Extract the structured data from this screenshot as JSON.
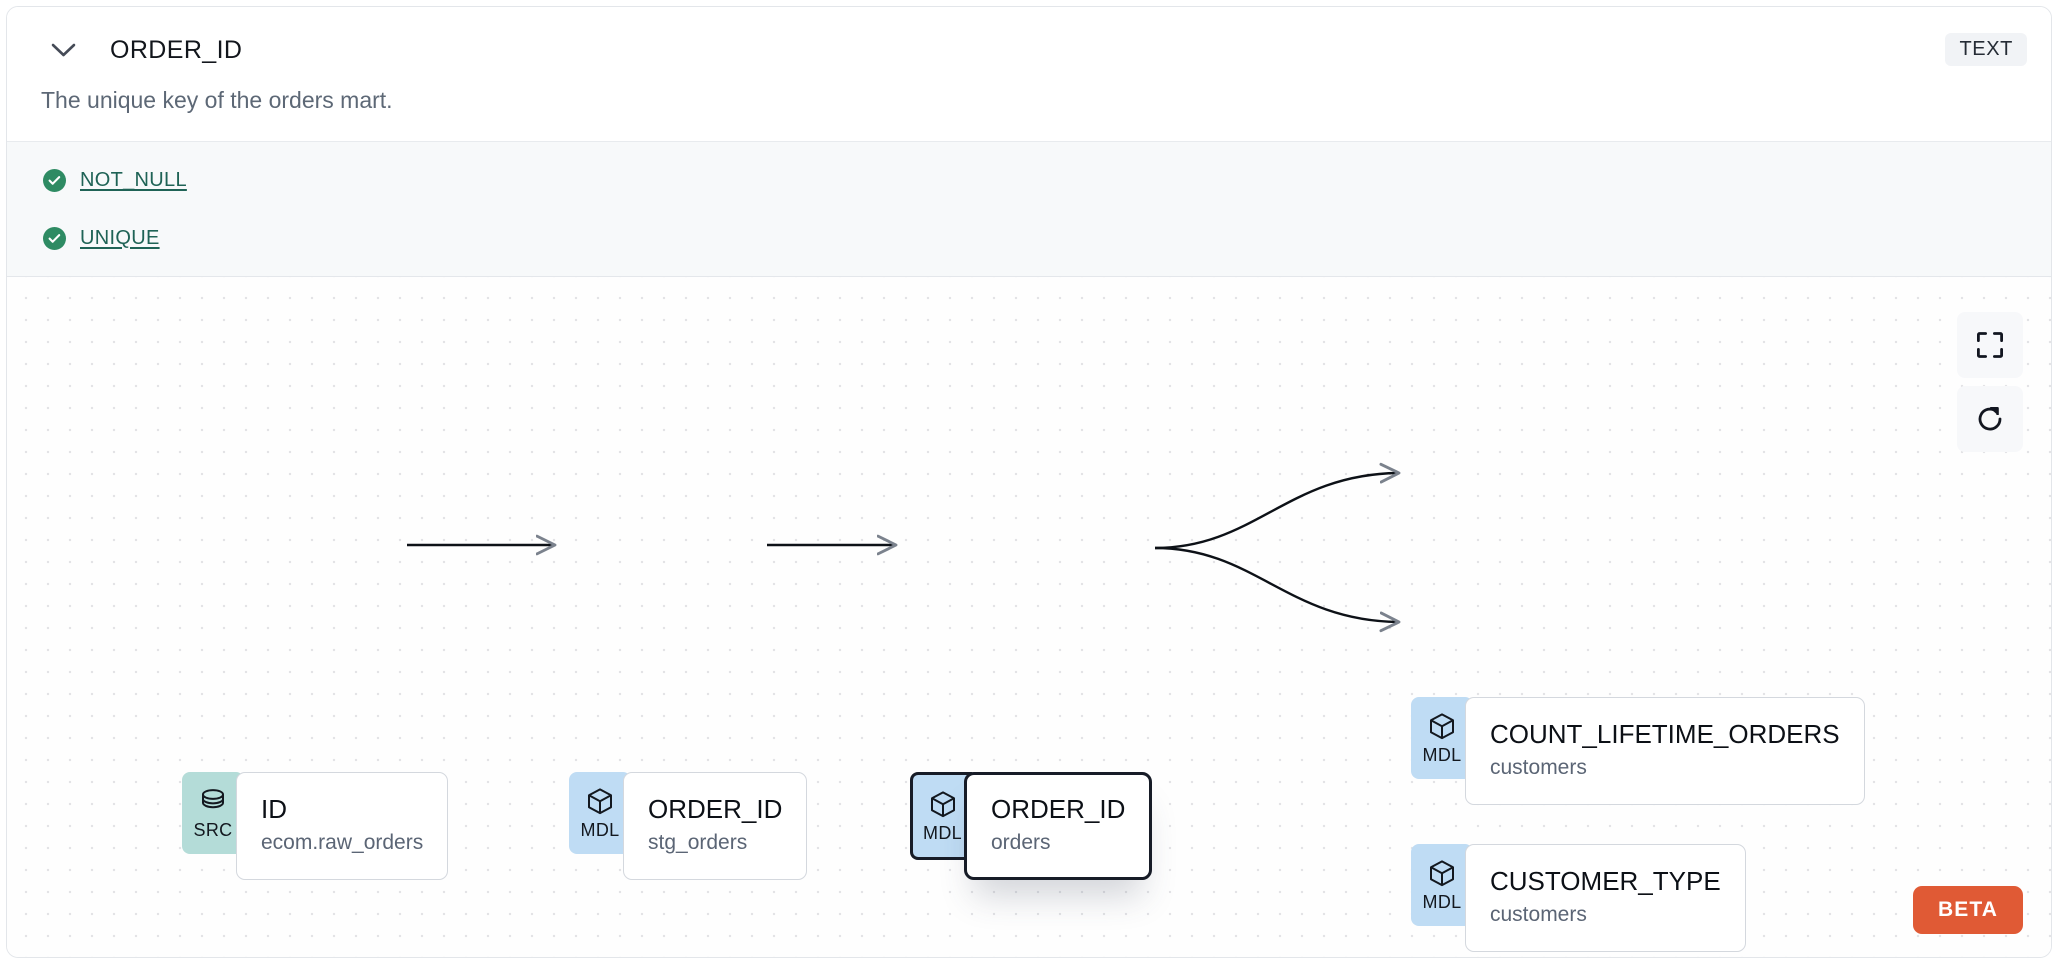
{
  "header": {
    "chevron_icon": "chevron-down-icon",
    "column_name": "ORDER_ID",
    "type_badge": "TEXT",
    "description": "The unique key of the orders mart."
  },
  "tests": [
    {
      "icon": "check-circle-icon",
      "label": "NOT_NULL",
      "status": "passed"
    },
    {
      "icon": "check-circle-icon",
      "label": "UNIQUE",
      "status": "passed"
    }
  ],
  "lineage": {
    "nodes": [
      {
        "id": "src-id",
        "badge": "SRC",
        "badge_icon": "database-icon",
        "name": "ID",
        "subtitle": "ecom.raw_orders",
        "selected": false
      },
      {
        "id": "stg-order-id",
        "badge": "MDL",
        "badge_icon": "cube-icon",
        "name": "ORDER_ID",
        "subtitle": "stg_orders",
        "selected": false
      },
      {
        "id": "orders-order-id",
        "badge": "MDL",
        "badge_icon": "cube-icon",
        "name": "ORDER_ID",
        "subtitle": "orders",
        "selected": true
      },
      {
        "id": "customers-count-lifetime-orders",
        "badge": "MDL",
        "badge_icon": "cube-icon",
        "name": "COUNT_LIFETIME_ORDERS",
        "subtitle": "customers",
        "selected": false
      },
      {
        "id": "customers-customer-type",
        "badge": "MDL",
        "badge_icon": "cube-icon",
        "name": "CUSTOMER_TYPE",
        "subtitle": "customers",
        "selected": false
      }
    ],
    "edges": [
      {
        "from": "src-id",
        "to": "stg-order-id"
      },
      {
        "from": "stg-order-id",
        "to": "orders-order-id"
      },
      {
        "from": "orders-order-id",
        "to": "customers-count-lifetime-orders"
      },
      {
        "from": "orders-order-id",
        "to": "customers-customer-type"
      }
    ],
    "controls": [
      {
        "id": "fit-view",
        "icon": "fullscreen-icon"
      },
      {
        "id": "refresh",
        "icon": "refresh-icon"
      }
    ],
    "beta_label": "BETA"
  },
  "colors": {
    "src_badge": "#b4dcd8",
    "mdl_badge": "#bfdcf4",
    "beta_badge": "#e05a35",
    "test_pass": "#2e8b63",
    "test_link": "#1f6356",
    "selected_border": "#171c27"
  }
}
